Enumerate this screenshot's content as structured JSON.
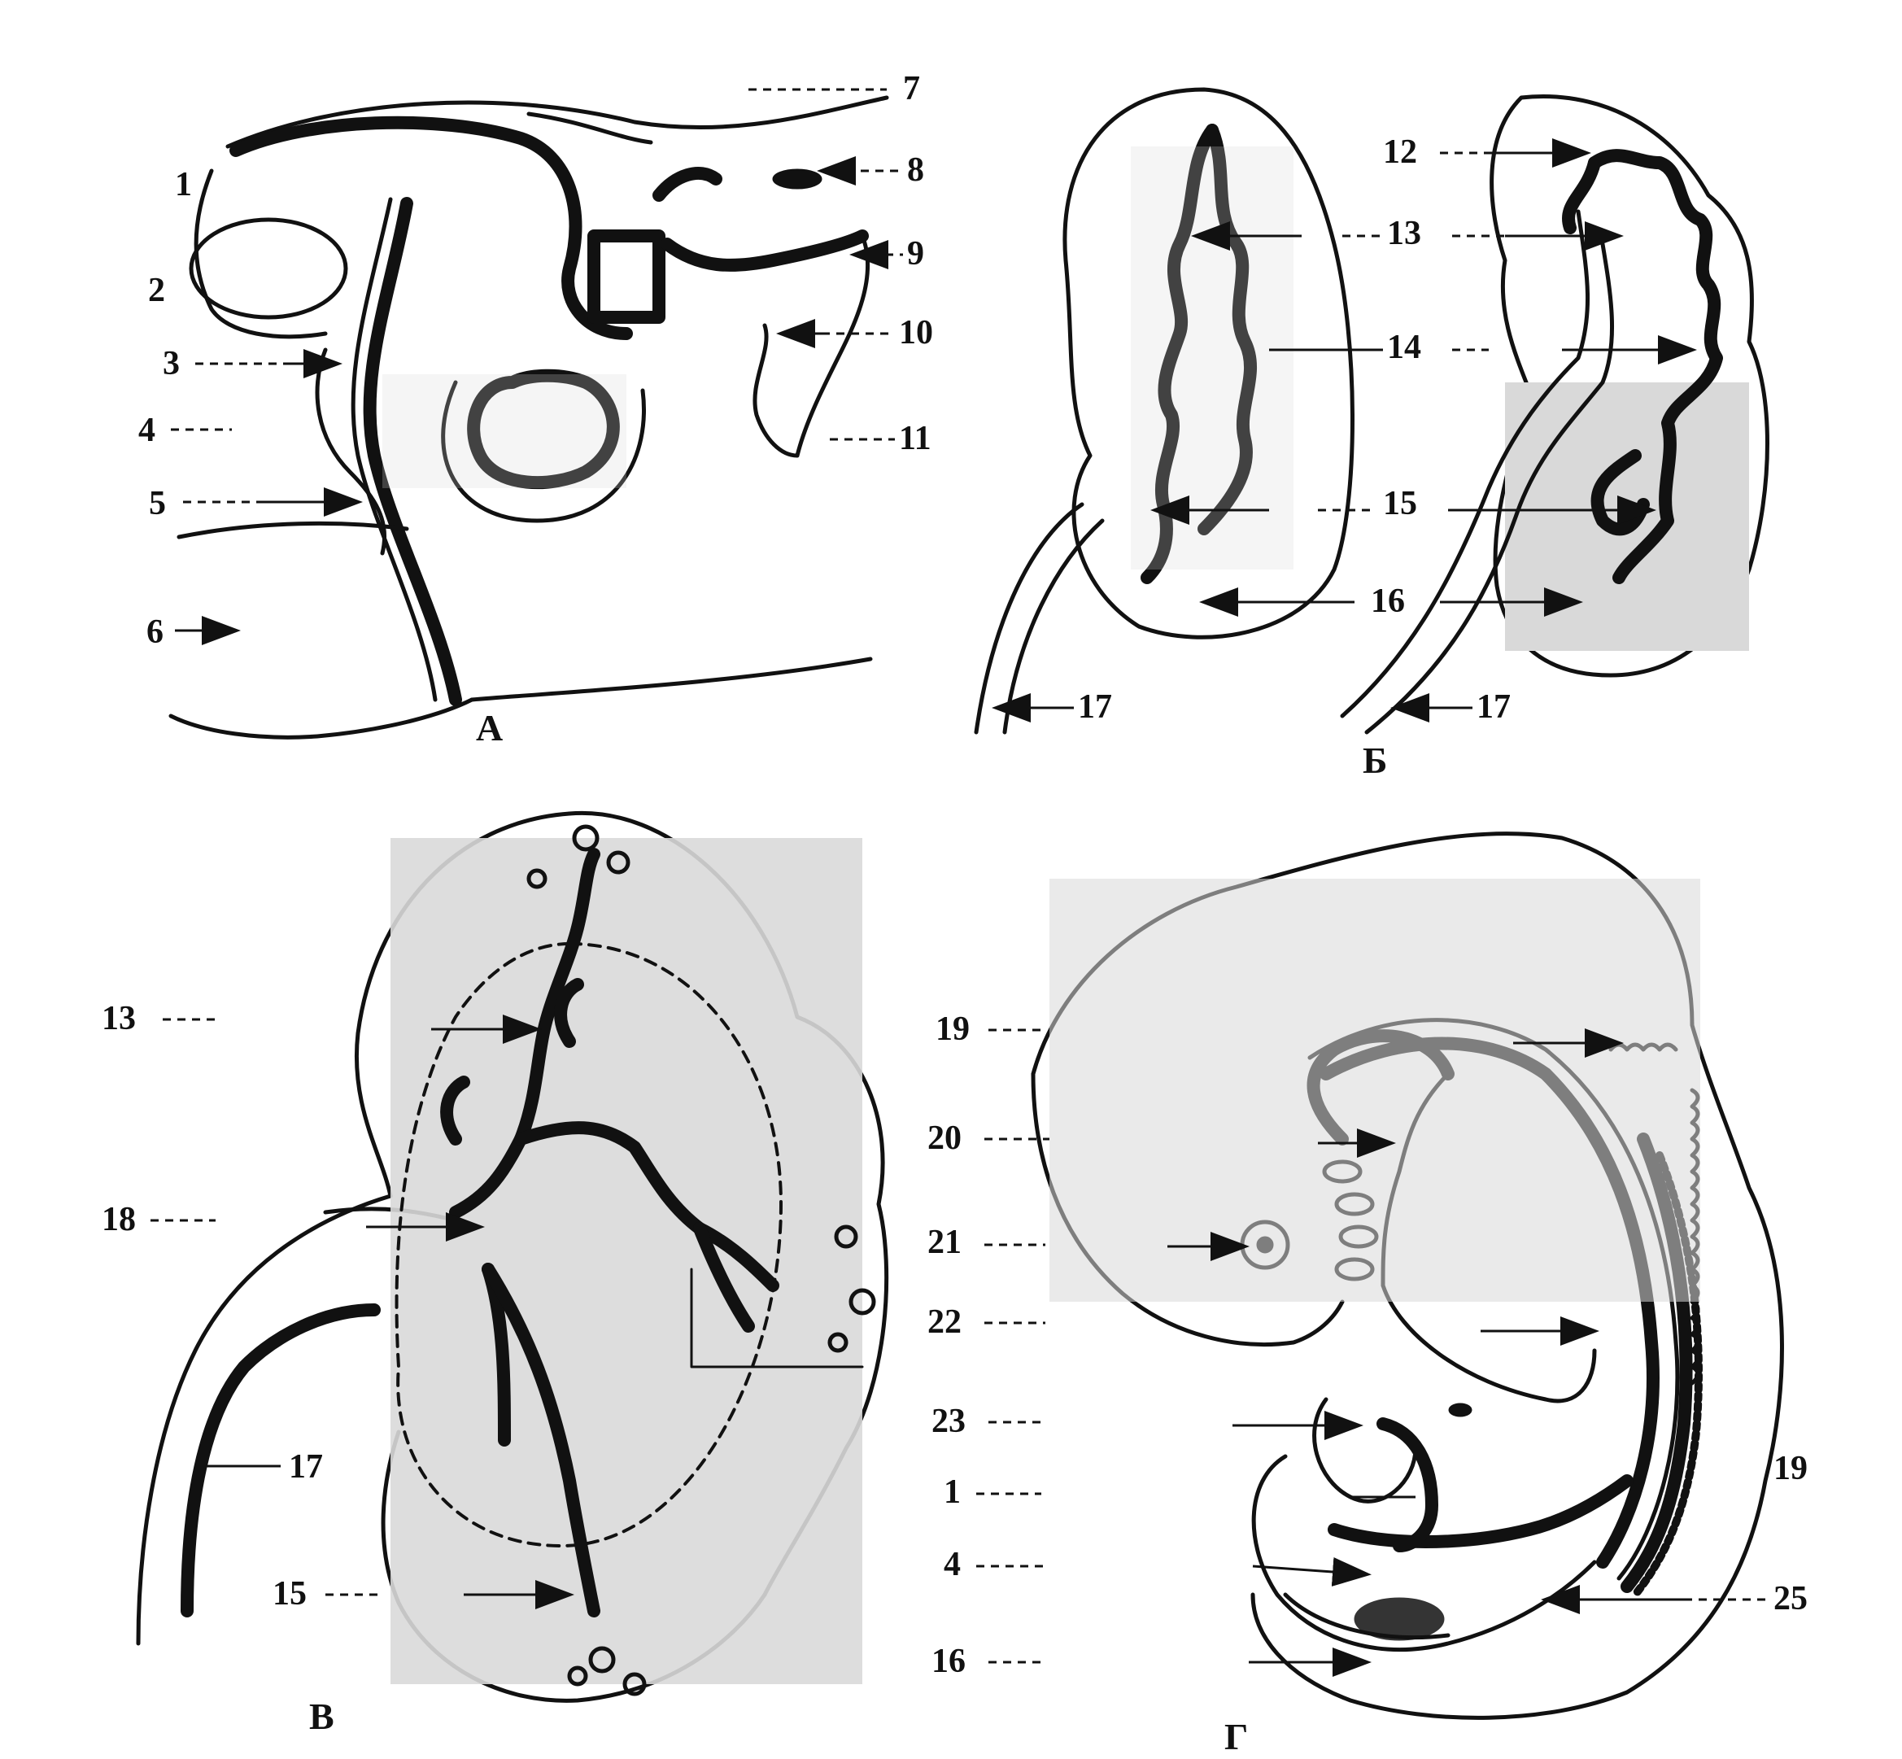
{
  "figure": {
    "panels": [
      {
        "id": "panel-a",
        "letter": "А"
      },
      {
        "id": "panel-b",
        "letter": "Б"
      },
      {
        "id": "panel-v",
        "letter": "В"
      },
      {
        "id": "panel-g",
        "letter": "Г"
      }
    ],
    "labels": {
      "a": [
        "1",
        "2",
        "3",
        "4",
        "5",
        "6",
        "7",
        "8",
        "9",
        "10",
        "11"
      ],
      "b": [
        "12",
        "13",
        "14",
        "15",
        "16",
        "17",
        "17"
      ],
      "v": [
        "13",
        "18",
        "17",
        "15"
      ],
      "g": [
        "19",
        "20",
        "21",
        "22",
        "23",
        "1",
        "4",
        "16",
        "19",
        "25"
      ]
    }
  },
  "colors": {
    "ink": "#111111",
    "paper": "#ffffff",
    "stipple": "#d9d9d9"
  }
}
